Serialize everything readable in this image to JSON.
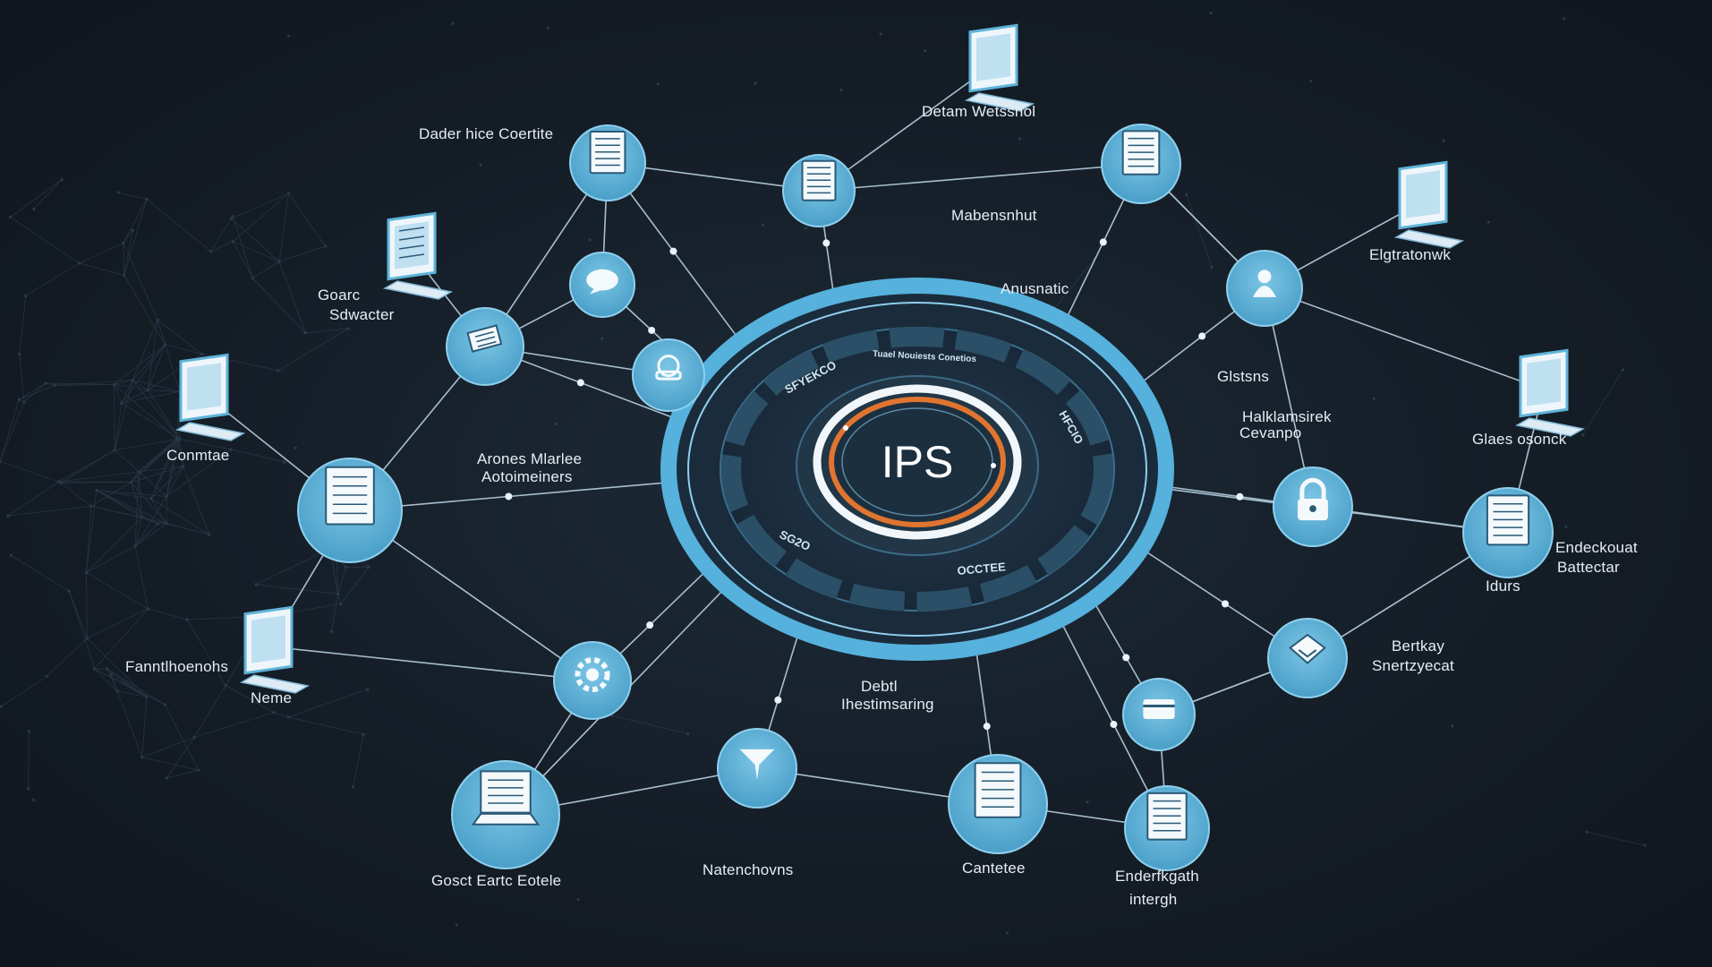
{
  "colors": {
    "background": "#141c25",
    "node_fill": "#5fb3d9",
    "node_edge": "#8fd0ee",
    "line": "#9db6c8",
    "hub_ring": "#56b1dc",
    "hub_accent": "#e0752f",
    "label": "#e6edf3"
  },
  "hub": {
    "label": "IPS",
    "ring_texts": [
      "SFYEKCO",
      "Tuael Nouiests Conetios",
      "HFCIO",
      "SG2O",
      "OCCTEE"
    ]
  },
  "labels": {
    "defer_hice_coertite": "Dader hice Coertite",
    "detam_wetsshol": "Detam Wetsshol",
    "mabensnhut": "Mabensnhut",
    "elgtratonwk": "Elgtratonwk",
    "anusnatic": "Anusnatic",
    "goarc": "Goarc",
    "sdwacter": "Sdwacter",
    "glstsns": "Glstsns",
    "halklamsirek": "Halklamsirek",
    "cevanpo": "Cevanpo",
    "conmtae": "Conmtae",
    "glaes_osonck": "Glaes osonck",
    "arones_mlarlee": "Arones Mlarlee",
    "aotoimeiners": "Aotoimeiners",
    "endeckouat": "Endeckouat",
    "battectar": "Battectar",
    "idurs": "Idurs",
    "fanntlhoenohs": "Fanntlhoenohs",
    "neme": "Neme",
    "bertkay": "Bertkay",
    "snertzyecat": "Snertzyecat",
    "debtl": "Debtl",
    "ihestimsaring": "Ihestimsaring",
    "gosct_eartc_eotele": "Gosct Eartc Eotele",
    "natenchovns": "Natenchovns",
    "cantetee": "Cantetee",
    "enderfkgath": "Enderfkgath",
    "intergh": "intergh"
  },
  "nodes": [
    {
      "id": "n-doc-topleft",
      "icon": "document-icon"
    },
    {
      "id": "n-doc-top",
      "icon": "document-icon"
    },
    {
      "id": "n-doc-topright",
      "icon": "document-icon"
    },
    {
      "id": "n-chat",
      "icon": "chat-icon"
    },
    {
      "id": "n-people",
      "icon": "people-icon"
    },
    {
      "id": "n-network",
      "icon": "network-icon"
    },
    {
      "id": "n-user",
      "icon": "user-icon"
    },
    {
      "id": "n-doc-left",
      "icon": "document-icon"
    },
    {
      "id": "n-lock",
      "icon": "lock-icon"
    },
    {
      "id": "n-doc-right",
      "icon": "document-icon"
    },
    {
      "id": "n-shield",
      "icon": "shield-icon"
    },
    {
      "id": "n-gear",
      "icon": "gear-icon"
    },
    {
      "id": "n-card",
      "icon": "card-icon"
    },
    {
      "id": "n-funnel",
      "icon": "funnel-icon"
    },
    {
      "id": "n-laptop-bottomleft",
      "icon": "laptop-icon"
    },
    {
      "id": "n-doc-bottom",
      "icon": "document-icon"
    },
    {
      "id": "n-doc-bottomright",
      "icon": "document-icon"
    },
    {
      "id": "m-top",
      "icon": "monitor-icon"
    },
    {
      "id": "m-topright",
      "icon": "monitor-icon"
    },
    {
      "id": "m-right",
      "icon": "monitor-icon"
    },
    {
      "id": "m-left-upper",
      "icon": "server-icon"
    },
    {
      "id": "m-left",
      "icon": "monitor-icon"
    },
    {
      "id": "m-left-lower",
      "icon": "monitor-icon"
    }
  ]
}
